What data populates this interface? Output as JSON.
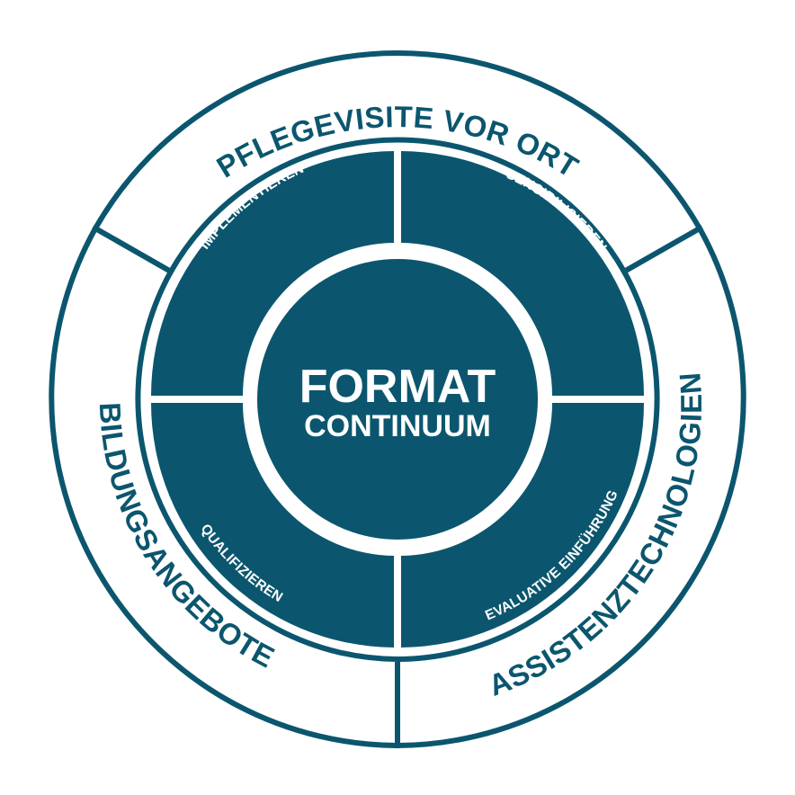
{
  "colors": {
    "primary": "#0b566e",
    "background": "#ffffff"
  },
  "center": {
    "title": "FORMAT",
    "subtitle": "CONTINUUM"
  },
  "inner_segments": [
    {
      "id": "implementieren",
      "label": "IMPLEMENTIEREN"
    },
    {
      "id": "sensibilisieren",
      "label": "SENSIBILISIEREN"
    },
    {
      "id": "evaluative-einfuehrung",
      "label": "EVALUATIVE EINFÜHRUNG"
    },
    {
      "id": "qualifizieren",
      "label": "QUALIFIZIEREN"
    }
  ],
  "outer_segments": [
    {
      "id": "pflegevisite",
      "label": "PFLEGEVISITE VOR ORT"
    },
    {
      "id": "assistenztechnologien",
      "label": "ASSISTENZTECHNOLOGIEN"
    },
    {
      "id": "bildungsangebote",
      "label": "BILDUNGSANGEBOTE"
    }
  ]
}
